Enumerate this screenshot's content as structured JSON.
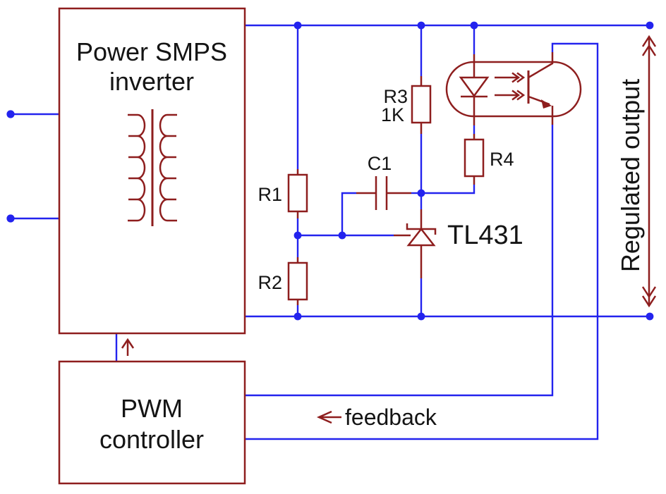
{
  "diagram": {
    "blocks": {
      "smps": {
        "line1": "Power SMPS",
        "line2": "inverter"
      },
      "pwm": {
        "line1": "PWM",
        "line2": "controller"
      }
    },
    "components": {
      "r1": "R1",
      "r2": "R2",
      "r3": "R3",
      "r3_value": "1K",
      "r4": "R4",
      "c1": "C1",
      "tl431": "TL431"
    },
    "labels": {
      "feedback": "feedback",
      "regulated_output": "Regulated output"
    },
    "colors": {
      "wire": "#2323ee",
      "component": "#8e1e1e",
      "text": "#141414",
      "background": "#ffffff"
    }
  }
}
